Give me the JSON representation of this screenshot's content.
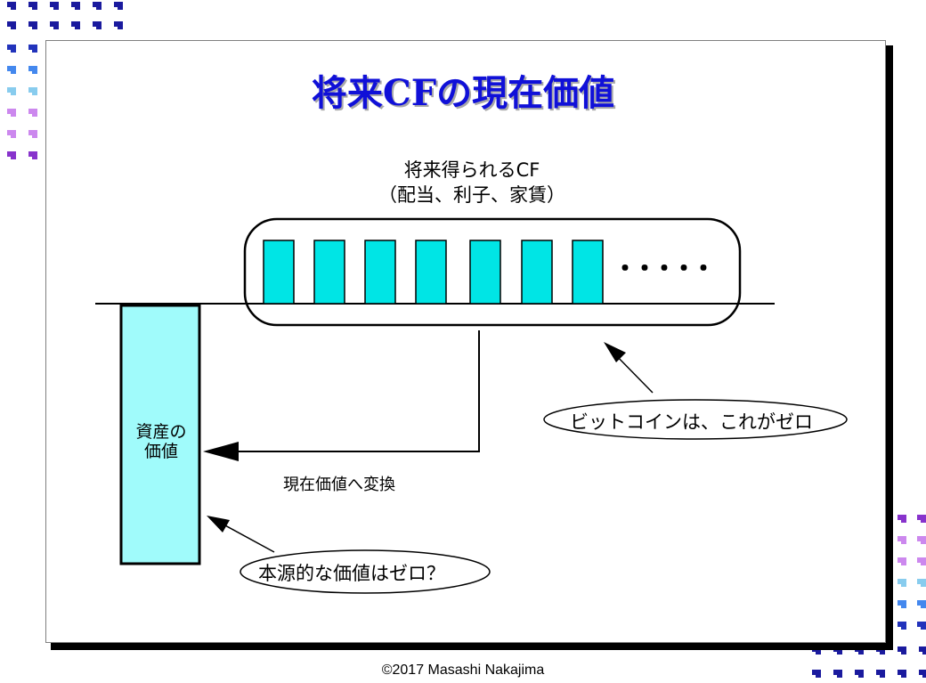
{
  "title": "将来CFの現在価値",
  "future_cf": {
    "line1": "将来得られるCF",
    "line2": "（配当、利子、家賃）",
    "dots": "・・・・・"
  },
  "asset_box": {
    "line1": "資産の",
    "line2": "価値"
  },
  "arrow_label": "現在価値へ変換",
  "callout_bitcoin": "ビットコインは、これがゼロ",
  "callout_intrinsic": "本源的な価値はゼロ？",
  "copyright": "©2017 Masashi Nakajima",
  "colors": {
    "title": "#1010d8",
    "cf_bar": "#00e5e5",
    "asset_box": "#a0fbfb",
    "deco": [
      "#1a1a9e",
      "#2233bb",
      "#4488ee",
      "#88ccee",
      "#cc88ee",
      "#8833cc"
    ]
  }
}
